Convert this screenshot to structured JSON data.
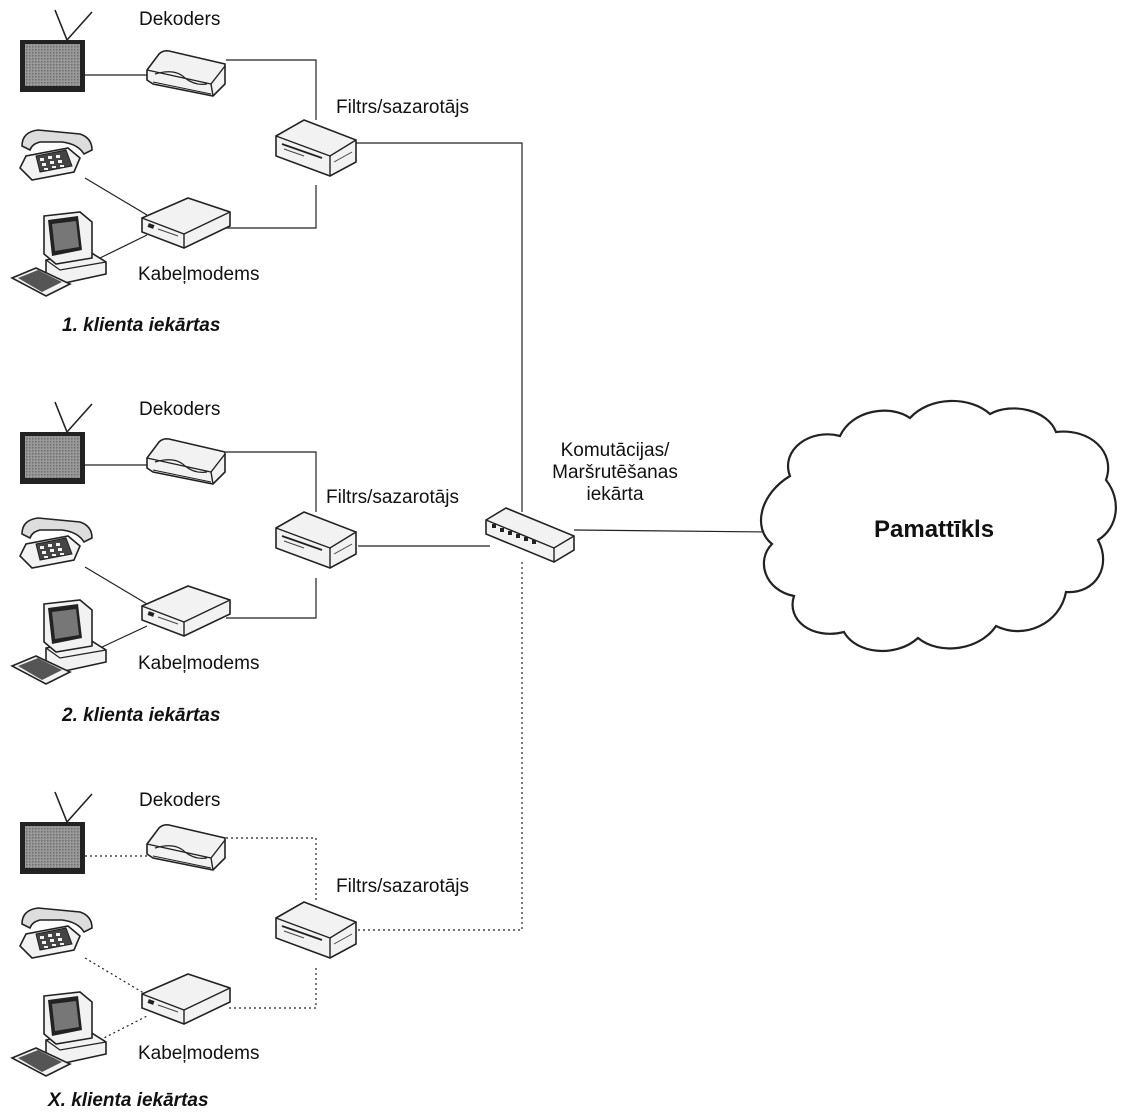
{
  "diagram": {
    "clients": [
      {
        "group_label": "1. klienta iekārtas",
        "decoder_label": "Dekoders",
        "filter_label": "Filtrs/sazarotājs",
        "modem_label": "Kabeļmodems",
        "link_style": "solid"
      },
      {
        "group_label": "2. klienta iekārtas",
        "decoder_label": "Dekoders",
        "filter_label": "Filtrs/sazarotājs",
        "modem_label": "Kabeļmodems",
        "link_style": "solid"
      },
      {
        "group_label": "X. klienta iekārtas",
        "decoder_label": "Dekoders",
        "filter_label": "Filtrs/sazarotājs",
        "modem_label": "Kabeļmodems",
        "link_style": "dotted"
      }
    ],
    "switch": {
      "label_line1": "Komutācijas/",
      "label_line2": "Maršrutēšanas",
      "label_line3": "iekārta"
    },
    "core_network": {
      "label": "Pamattīkls"
    },
    "icons": [
      "tv-icon",
      "decoder-icon",
      "filter-splitter-icon",
      "telephone-icon",
      "cable-modem-icon",
      "computer-icon",
      "switch-router-icon",
      "cloud-icon"
    ],
    "colors": {
      "line": "#222222",
      "device_fill": "#f2f2f2",
      "screen_fill": "#8a8a8a"
    }
  }
}
